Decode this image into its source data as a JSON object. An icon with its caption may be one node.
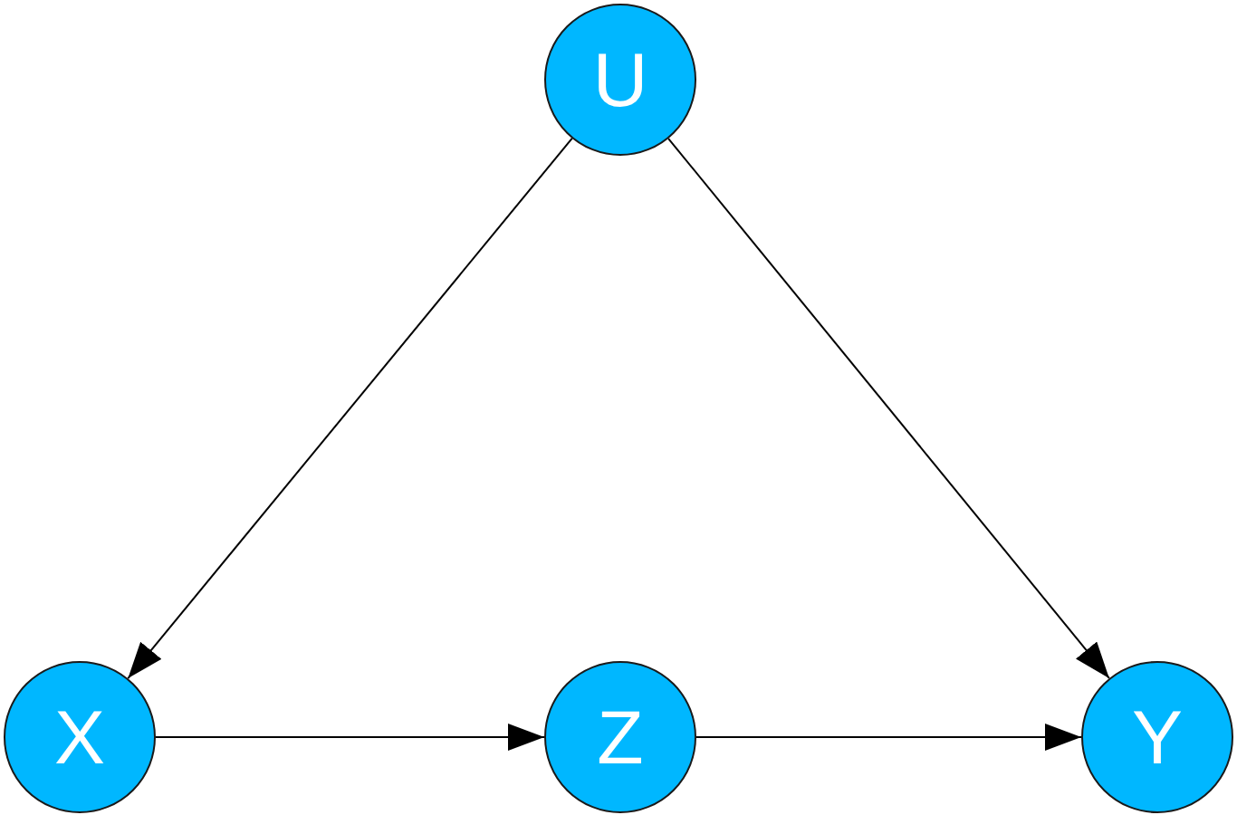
{
  "diagram": {
    "nodes": [
      {
        "text": [
          "U"
        ]
      },
      {
        "text": [
          "X"
        ]
      },
      {
        "text": [
          "Z"
        ]
      },
      {
        "text": [
          "Y"
        ]
      }
    ],
    "edges": [
      {
        "from": 0,
        "to": 1,
        "arrow": "to"
      },
      {
        "from": 0,
        "to": 3,
        "arrow": "to"
      },
      {
        "from": 1,
        "to": 2,
        "arrow": "to"
      },
      {
        "from": 2,
        "to": 3,
        "arrow": "to"
      }
    ]
  }
}
